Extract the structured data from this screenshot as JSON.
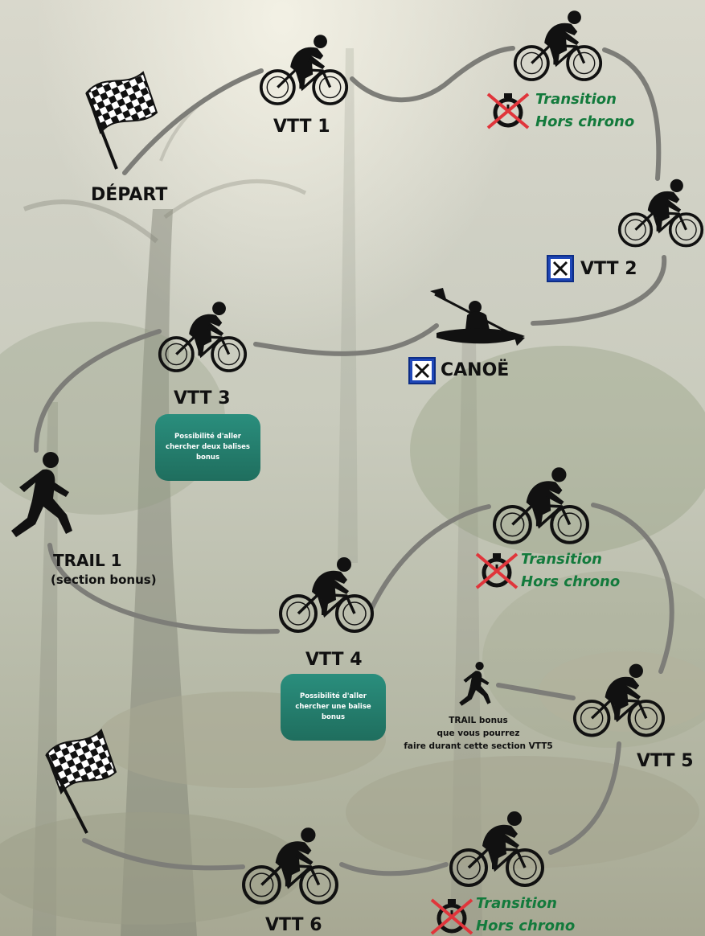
{
  "colors": {
    "path": "#7d7d78",
    "silhouette": "#111111",
    "transition_text": "#137a3c",
    "cross": "#e0353b",
    "bubble": "#237d6d",
    "food_badge": "#1f47b8"
  },
  "steps": {
    "depart": "DÉPART",
    "vtt1": "VTT 1",
    "vtt2": "VTT 2",
    "canoe": "CANOË",
    "vtt3": "VTT 3",
    "trail1": "TRAIL 1",
    "trail1_sub": "(section bonus)",
    "vtt4": "VTT 4",
    "vtt5": "VTT 5",
    "vtt6": "VTT 6"
  },
  "transitions": [
    {
      "line1": "Transition",
      "line2": "Hors chrono"
    },
    {
      "line1": "Transition",
      "line2": "Hors chrono"
    },
    {
      "line1": "Transition",
      "line2": "Hors chrono"
    }
  ],
  "bubbles": {
    "vtt3": "Possibilité d'aller chercher deux balises bonus",
    "vtt4": "Possibilité d'aller chercher une balise bonus"
  },
  "trail_bonus": {
    "line1": "TRAIL bonus",
    "line2": "que vous pourrez",
    "line3": "faire durant cette section VTT5"
  },
  "icons": [
    "checkered-flag-icon",
    "cyclist-icon",
    "kayak-icon",
    "runner-icon",
    "stopwatch-crossed-icon",
    "food-service-icon"
  ]
}
